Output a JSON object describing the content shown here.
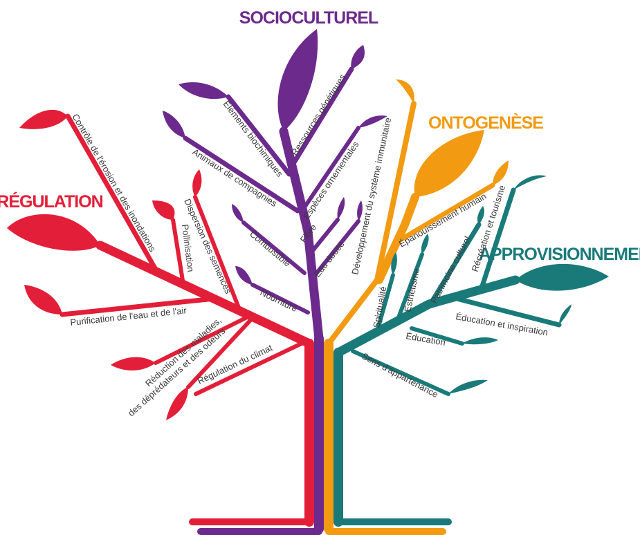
{
  "colors": {
    "regulation": "#e31e38",
    "socioculturel": "#6b2a8c",
    "ontogenese": "#f29a12",
    "approvisionnement": "#1a7a7a",
    "label_text": "#3a3a3a"
  },
  "categories": {
    "socioculturel": "SOCIOCULTUREL",
    "ontogenese": "ONTOGENÈSE",
    "regulation": "RÉGULATION",
    "approvisionnement": "APPROVISIONNEMENT"
  },
  "labels": {
    "controle_erosion": "Contrôle de l'érosion et des inondations",
    "pollinisation": "Pollinisation",
    "dispersion_semences": "Dispersion des semences",
    "purification": "Purification de l'eau et de l'air",
    "reduction_maladies_1": "Réduction des maladies,",
    "reduction_maladies_2": "des déprédateurs et des odeurs",
    "regulation_climat": "Régulation du climat",
    "elements_biochimiques": "Éléments biochimiques",
    "ressources_genetiques": "Ressources génétiques",
    "animaux_compagnie": "Animaux de compagnies",
    "especes_ornementales": "Espèces ornementales",
    "combustible": "Combustible",
    "fibre": "Fibre",
    "eau_douce": "Eau douce",
    "nourriture": "Nourriture",
    "developpement_immunitaire": "Développement du système immunitaire",
    "epanouissement_humain": "Épanouissement humain",
    "spiritualite": "Spiritualité",
    "esthetisme": "Esthétisme",
    "patrimoine_culturel": "Patrimoine culturel",
    "recreation_tourisme": "Récréation et tourisme",
    "education_inspiration": "Éducation et inspiration",
    "education": "Éducation",
    "sens_appartenance": "Sens d'appartenance"
  }
}
